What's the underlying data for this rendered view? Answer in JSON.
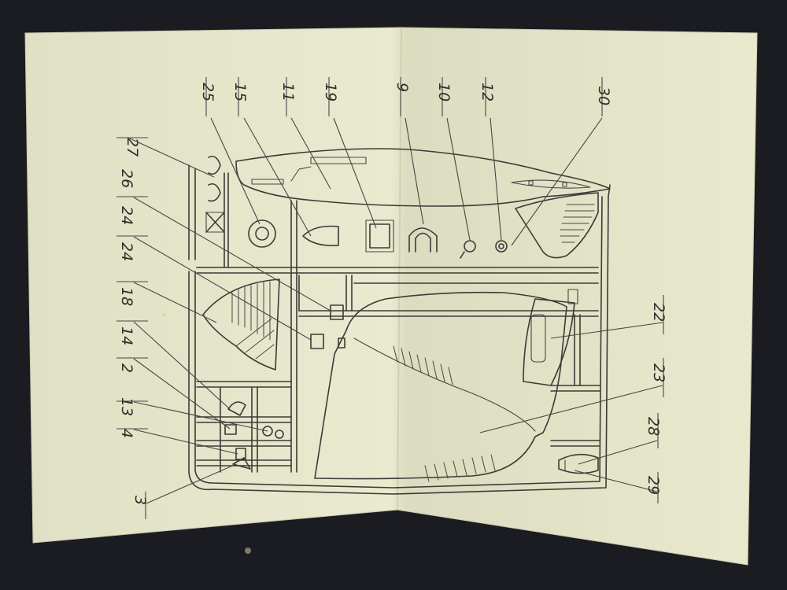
{
  "document": {
    "type": "model kit sprue diagram",
    "part_numbers": [
      {
        "id": "p27",
        "text": "27"
      },
      {
        "id": "p25",
        "text": "25"
      },
      {
        "id": "p15",
        "text": "15"
      },
      {
        "id": "p11",
        "text": "11"
      },
      {
        "id": "p19",
        "text": "19"
      },
      {
        "id": "p9",
        "text": "9"
      },
      {
        "id": "p10",
        "text": "10"
      },
      {
        "id": "p12",
        "text": "12"
      },
      {
        "id": "p30",
        "text": "30"
      },
      {
        "id": "p26",
        "text": "26"
      },
      {
        "id": "p24a",
        "text": "24"
      },
      {
        "id": "p24b",
        "text": "24"
      },
      {
        "id": "p18",
        "text": "18"
      },
      {
        "id": "p14",
        "text": "14"
      },
      {
        "id": "p2",
        "text": "2"
      },
      {
        "id": "p13",
        "text": "13"
      },
      {
        "id": "p4",
        "text": "4"
      },
      {
        "id": "p3",
        "text": "3"
      },
      {
        "id": "p22",
        "text": "22"
      },
      {
        "id": "p23",
        "text": "23"
      },
      {
        "id": "p28",
        "text": "28"
      },
      {
        "id": "p29",
        "text": "29"
      }
    ]
  },
  "colors": {
    "background": "#1b1b22",
    "paper": "#e6e7cc",
    "paper_shade": "#d9dabd",
    "ink": "#3d3a38"
  }
}
